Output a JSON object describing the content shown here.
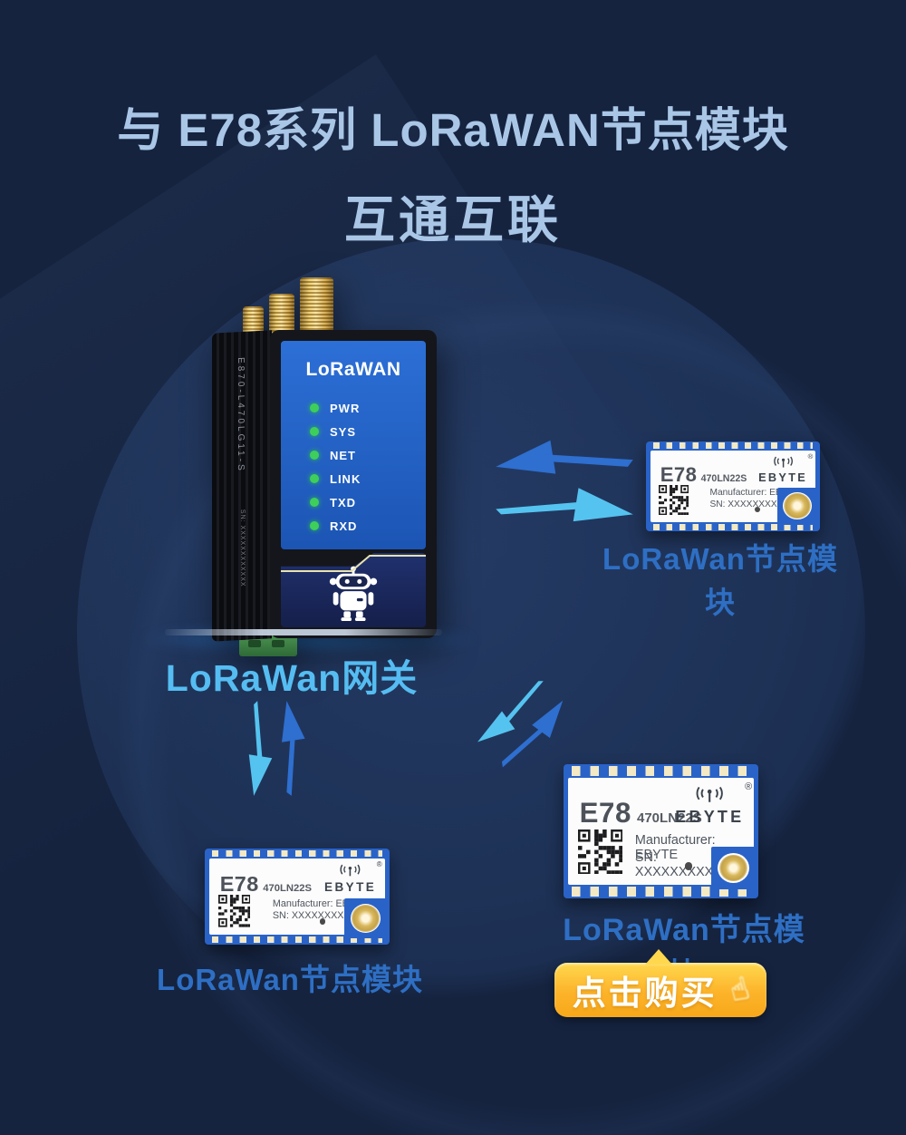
{
  "title": {
    "line1": "与 E78系列 LoRaWAN节点模块",
    "line2": "互通互联"
  },
  "gateway": {
    "panel_brand": "LoRaWAN",
    "leds": [
      "PWR",
      "SYS",
      "NET",
      "LINK",
      "TXD",
      "RXD"
    ],
    "side_model": "E870-L470LG11-S",
    "side_sn": "SN: XXXXXXXXXXXX",
    "label": "LoRaWan网关"
  },
  "modules": {
    "model": "E78",
    "variant": "470LN22S",
    "brand": "EBYTE",
    "reg": "®",
    "manufacturer": "Manufacturer: EBYTE",
    "sn": "SN: XXXXXXXXXXXX",
    "node_label": "LoRaWan节点模块"
  },
  "buy_button": {
    "label": "点击购买",
    "hand": "☝"
  },
  "colors": {
    "background": "#15233f",
    "title_text": "#a9c6e6",
    "gateway_label": "#55bdf2",
    "node_label": "#2e6fc4",
    "arrow_blue": "#2e6fd0",
    "arrow_cyan": "#55c3f0",
    "led_green": "#3ecf5a",
    "panel_blue": "#2464c8",
    "module_pcb_blue": "#2a63c8",
    "button_top": "#ffd84e",
    "button_bottom": "#f7a81a"
  }
}
